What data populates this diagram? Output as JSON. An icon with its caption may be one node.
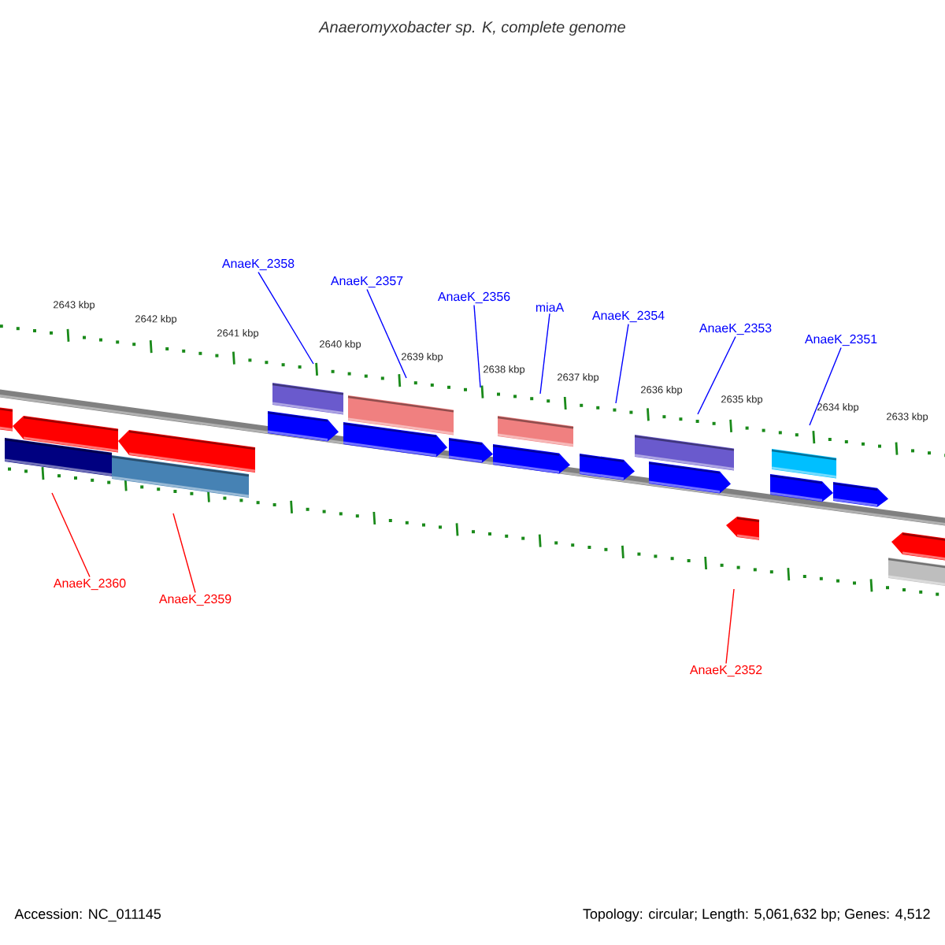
{
  "diagram": {
    "title": "Anaeromyxobacter sp. K, complete genome",
    "nodes": [
      {
        "text": [
          "AnaeK_2358"
        ]
      },
      {
        "text": [
          "AnaeK_2357"
        ]
      },
      {
        "text": [
          "AnaeK_2356"
        ]
      },
      {
        "text": [
          "miaA"
        ]
      },
      {
        "text": [
          "AnaeK_2354"
        ]
      },
      {
        "text": [
          "AnaeK_2353"
        ]
      },
      {
        "text": [
          "AnaeK_2351"
        ]
      },
      {
        "text": [
          "AnaeK_2360"
        ]
      },
      {
        "text": [
          "AnaeK_2359"
        ]
      },
      {
        "text": [
          "AnaeK_2352"
        ]
      }
    ],
    "edges": [
      {
        "from": 0,
        "to": null,
        "arrow": "none"
      },
      {
        "from": 1,
        "to": null,
        "arrow": "none"
      },
      {
        "from": 2,
        "to": null,
        "arrow": "none"
      },
      {
        "from": 3,
        "to": null,
        "arrow": "none"
      },
      {
        "from": 4,
        "to": null,
        "arrow": "none"
      },
      {
        "from": 5,
        "to": null,
        "arrow": "none"
      },
      {
        "from": 6,
        "to": null,
        "arrow": "none"
      },
      {
        "from": 7,
        "to": null,
        "arrow": "none",
        "color": "#ff0000"
      },
      {
        "from": 8,
        "to": null,
        "arrow": "none",
        "color": "#ff0000"
      },
      {
        "from": 9,
        "to": null,
        "arrow": "none",
        "color": "#ff0000"
      }
    ],
    "labels": [
      "2643 kbp",
      "2642 kbp",
      "2641 kbp",
      "2640 kbp",
      "2639 kbp",
      "2638 kbp",
      "2637 kbp",
      "2636 kbp",
      "2635 kbp",
      "2634 kbp",
      "2633 kbp",
      "Accession: NC_011145",
      "Topology: circular; Length: 5,061,632 bp; Genes: 4,512"
    ]
  }
}
